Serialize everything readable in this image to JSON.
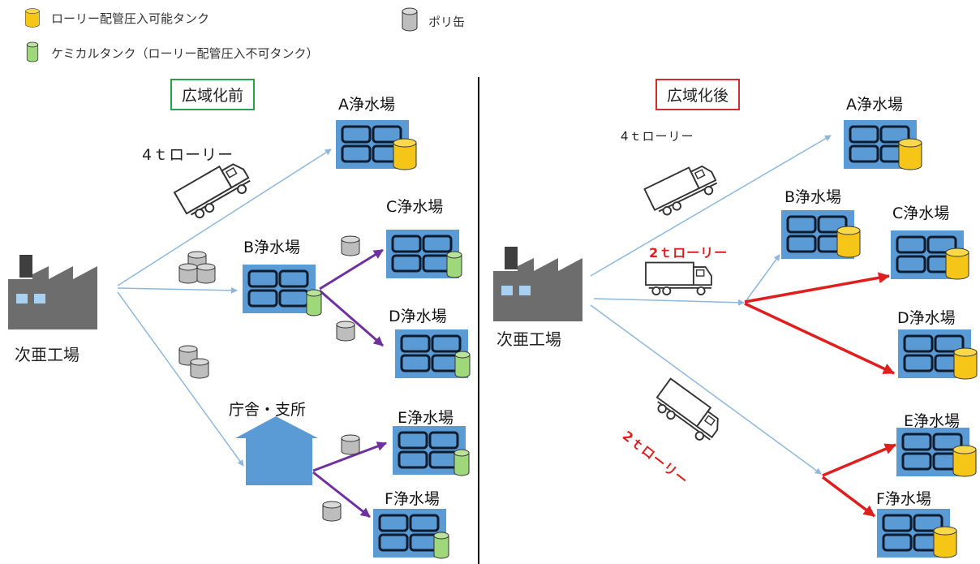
{
  "legend": {
    "lorry_tank": "ローリー配管圧入可能タンク",
    "chemical_tank": "ケミカルタンク（ローリー配管圧入不可タンク）",
    "poly_can": "ポリ缶"
  },
  "before": {
    "title": "広域化前",
    "factory": "次亜工場",
    "truck": "4ｔローリー",
    "office": "庁舎・支所",
    "plants": [
      "A浄水場",
      "B浄水場",
      "C浄水場",
      "D浄水場",
      "E浄水場",
      "F浄水場"
    ]
  },
  "after": {
    "title": "広域化後",
    "factory": "次亜工場",
    "truck_4t": "4ｔローリー",
    "truck_2t_a": "2ｔローリー",
    "truck_2t_b": "2ｔローリー",
    "plants": [
      "A浄水場",
      "B浄水場",
      "C浄水場",
      "D浄水場",
      "E浄水場",
      "F浄水場"
    ]
  },
  "colors": {
    "plant_fill": "#5b9bd5",
    "lorry_tank": "#f5c518",
    "chemical_tank": "#9fd87a",
    "poly_can": "#bdbdbd",
    "before_frame": "#27a24a",
    "after_frame": "#d62b2b",
    "purple_arrow": "#7030a0",
    "red_arrow": "#e01e1e",
    "blue_arrow": "#8db8dd"
  }
}
